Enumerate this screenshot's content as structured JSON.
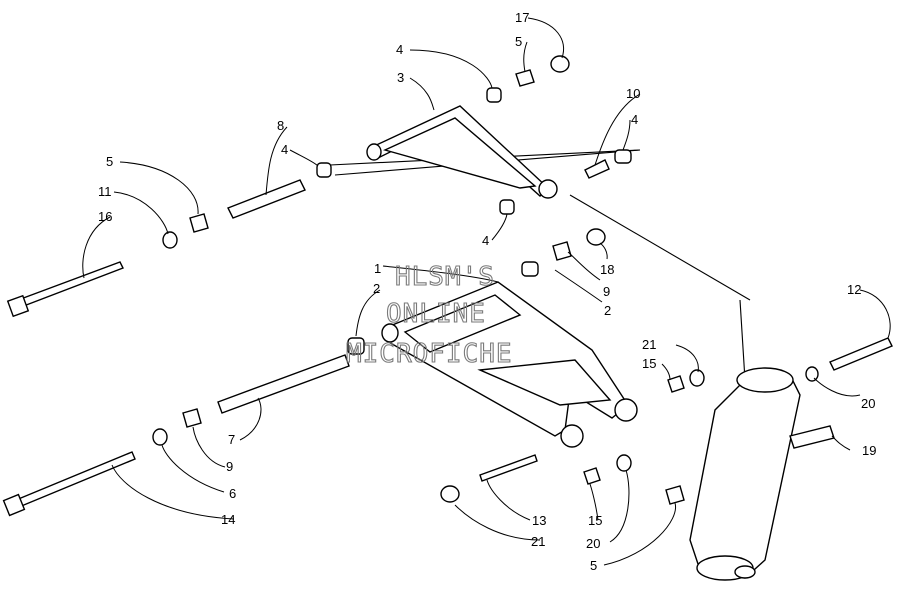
{
  "watermark": {
    "line1": "HLSM'S",
    "line2": "ONLINE",
    "line3": "MICROFICHE"
  },
  "callouts": [
    {
      "id": "c1",
      "text": "1"
    },
    {
      "id": "c2a",
      "text": "2"
    },
    {
      "id": "c2b",
      "text": "2"
    },
    {
      "id": "c3",
      "text": "3"
    },
    {
      "id": "c4a",
      "text": "4"
    },
    {
      "id": "c4b",
      "text": "4"
    },
    {
      "id": "c4c",
      "text": "4"
    },
    {
      "id": "c4d",
      "text": "4"
    },
    {
      "id": "c5a",
      "text": "5"
    },
    {
      "id": "c5b",
      "text": "5"
    },
    {
      "id": "c5c",
      "text": "5"
    },
    {
      "id": "c6",
      "text": "6"
    },
    {
      "id": "c7",
      "text": "7"
    },
    {
      "id": "c8",
      "text": "8"
    },
    {
      "id": "c9a",
      "text": "9"
    },
    {
      "id": "c9b",
      "text": "9"
    },
    {
      "id": "c10",
      "text": "10"
    },
    {
      "id": "c11",
      "text": "11"
    },
    {
      "id": "c12",
      "text": "12"
    },
    {
      "id": "c13",
      "text": "13"
    },
    {
      "id": "c14",
      "text": "14"
    },
    {
      "id": "c15a",
      "text": "15"
    },
    {
      "id": "c15b",
      "text": "15"
    },
    {
      "id": "c16",
      "text": "16"
    },
    {
      "id": "c17",
      "text": "17"
    },
    {
      "id": "c18",
      "text": "18"
    },
    {
      "id": "c19",
      "text": "19"
    },
    {
      "id": "c20a",
      "text": "20"
    },
    {
      "id": "c20b",
      "text": "20"
    },
    {
      "id": "c21a",
      "text": "21"
    },
    {
      "id": "c21b",
      "text": "21"
    }
  ]
}
